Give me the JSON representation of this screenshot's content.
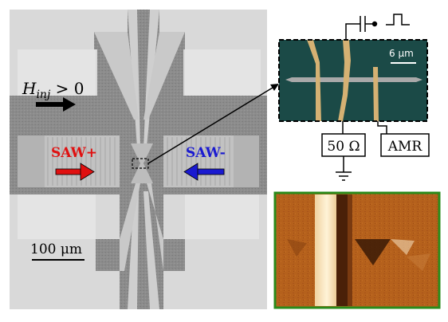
{
  "sem": {
    "field_label_main": "H",
    "field_label_sub": "inj",
    "field_label_rest": " > 0",
    "saw_plus": "SAW+",
    "saw_minus": "SAW-",
    "scale_bar_main": "100 μm"
  },
  "inset": {
    "scale_bar": "6 μm",
    "resistor_label": "50 Ω",
    "amr_label": "AMR"
  },
  "colors": {
    "saw_plus": "#e01010",
    "saw_minus": "#1a1ad0",
    "field_arrow": "#000000",
    "inset_background": "#1b4a47",
    "gold_contacts": "#d5b173",
    "afm_border": "#2a8a1a",
    "afm_background": "#b25a18"
  }
}
